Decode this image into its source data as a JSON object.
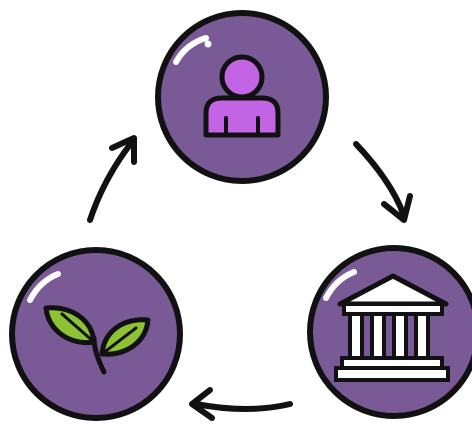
{
  "diagram": {
    "type": "cycle",
    "colors": {
      "node_fill": "#7a5a96",
      "node_outline": "#111111",
      "person_fill": "#c264e4",
      "leaf_fill": "#8cc234",
      "building_fill": "#ffffff",
      "arrow": "#111111",
      "highlight": "#ffffff"
    },
    "nodes": [
      {
        "id": "person",
        "icon": "person-icon"
      },
      {
        "id": "institution",
        "icon": "bank-building-icon"
      },
      {
        "id": "nature",
        "icon": "leaf-sprout-icon"
      }
    ],
    "edges": [
      {
        "from": "person",
        "to": "institution"
      },
      {
        "from": "institution",
        "to": "nature"
      },
      {
        "from": "nature",
        "to": "person"
      }
    ]
  }
}
